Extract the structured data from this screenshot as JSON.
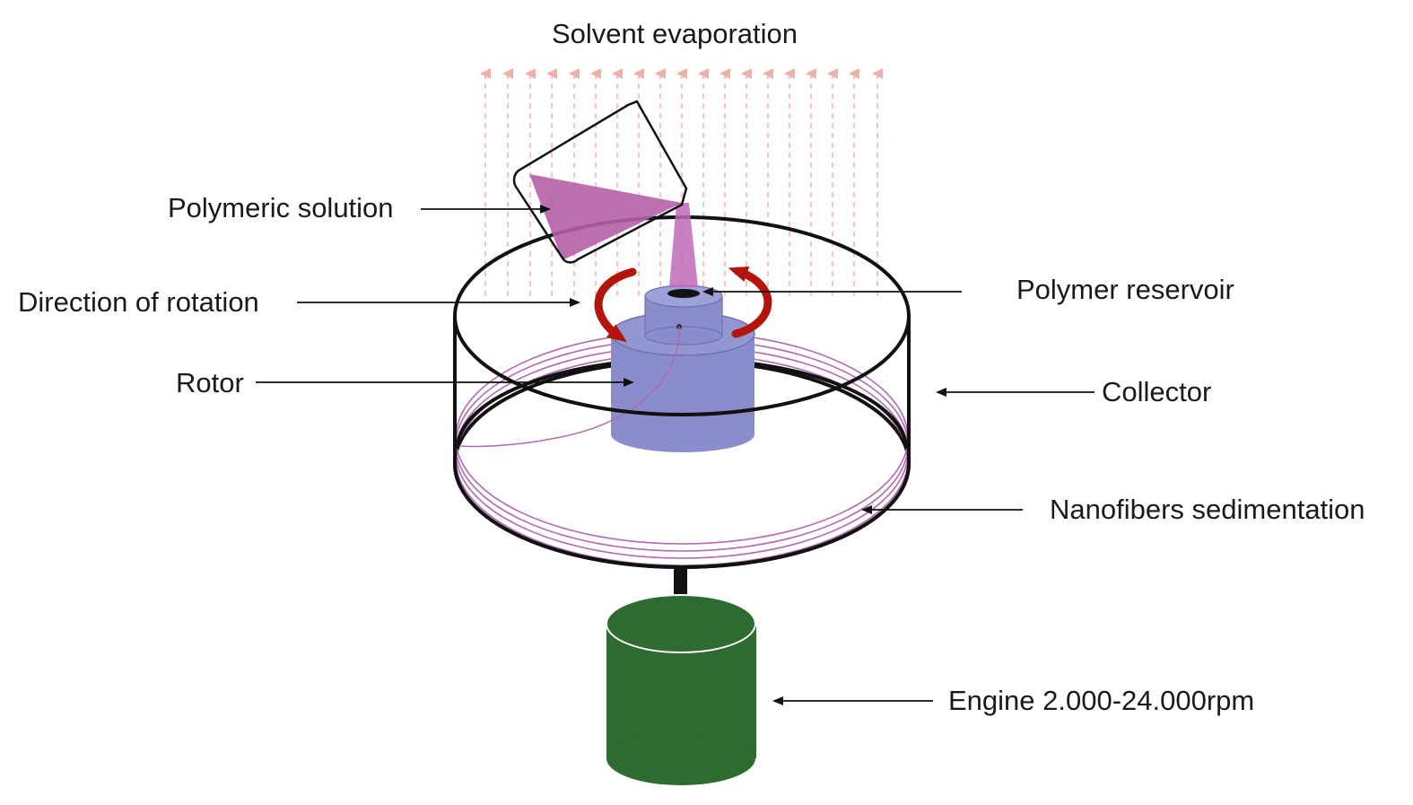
{
  "labels": {
    "solvent_evaporation": "Solvent evaporation",
    "polymeric_solution": "Polymeric solution",
    "direction_of_rotation": "Direction of rotation",
    "polymer_reservoir": "Polymer reservoir",
    "rotor": "Rotor",
    "collector": "Collector",
    "nanofibers_sedimentation": "Nanofibers sedimentation",
    "engine": "Engine 2.000-24.000rpm"
  },
  "colors": {
    "polymer": "#b55fa8",
    "rotor": "#8a8ccc",
    "engine": "#2e6b31",
    "rotation_arrow": "#b3140c",
    "evaporation_arrow": "#f0b0a8",
    "fiber": "#b06ab0",
    "outline": "#111111"
  }
}
